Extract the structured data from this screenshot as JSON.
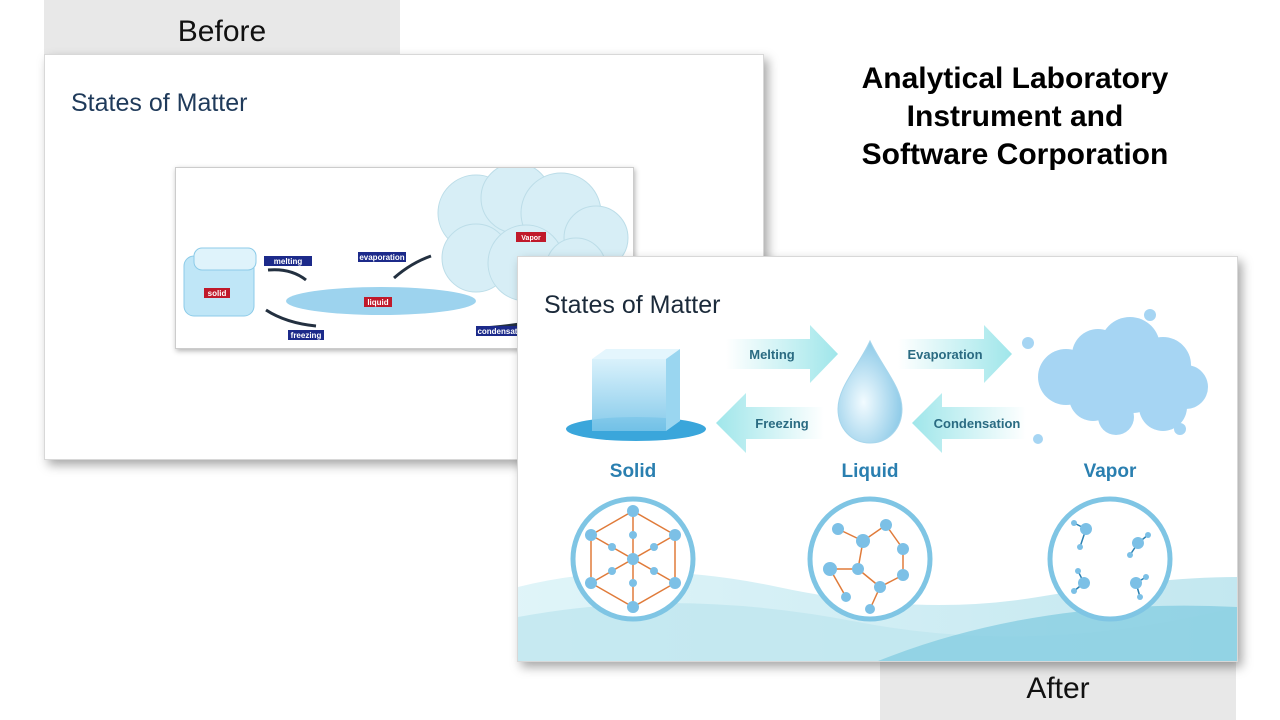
{
  "labels": {
    "before": "Before",
    "after": "After"
  },
  "company": {
    "line1": "Analytical Laboratory",
    "line2": "Instrument and",
    "line3": "Software Corporation"
  },
  "before_slide": {
    "title": "States of Matter",
    "diagram": {
      "solid": "solid",
      "liquid": "liquid",
      "vapor": "Vapor",
      "melting": "melting",
      "freezing": "freezing",
      "evaporation": "evaporation",
      "condensation": "condensatio"
    }
  },
  "after_slide": {
    "title": "States of Matter",
    "arrows": {
      "melting": "Melting",
      "freezing": "Freezing",
      "evaporation": "Evaporation",
      "condensation": "Condensation"
    },
    "states": {
      "solid": "Solid",
      "liquid": "Liquid",
      "vapor": "Vapor"
    }
  },
  "colors": {
    "title": "#1f3a5a",
    "state_label": "#2a7fb0",
    "arrow": "#c9f3f2",
    "bond": "#e07b3a",
    "atom": "#7cc0e6",
    "label_box": "#1c2a8a",
    "label_red": "#c0192a"
  }
}
